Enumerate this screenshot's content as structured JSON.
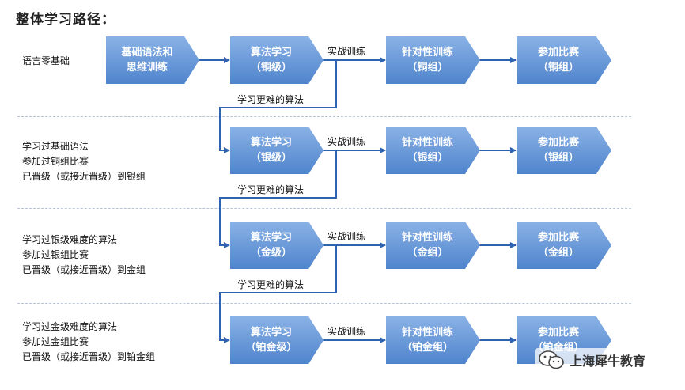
{
  "title": "整体学习路径：",
  "colors": {
    "box_top": "#8ab2e6",
    "box_bottom": "#4f84cc",
    "line": "#2f62b0"
  },
  "rows": [
    {
      "desc": [
        "语言零基础"
      ],
      "boxes": [
        [
          "基础语法和",
          "思维训练"
        ],
        [
          "算法学习",
          "（铜级）"
        ],
        [
          "针对性训练",
          "（铜组）"
        ],
        [
          "参加比赛",
          "（铜组）"
        ]
      ],
      "practice_label": "实战训练",
      "advance_label": "学习更难的算法"
    },
    {
      "desc": [
        "学习过基础语法",
        "参加过铜组比赛",
        "已晋级（或接近晋级）到银组"
      ],
      "boxes": [
        [
          "算法学习",
          "（银级）"
        ],
        [
          "针对性训练",
          "（银组）"
        ],
        [
          "参加比赛",
          "（银组）"
        ]
      ],
      "practice_label": "实战训练",
      "advance_label": "学习更难的算法"
    },
    {
      "desc": [
        "学习过银级难度的算法",
        "参加过银组比赛",
        "已晋级（或接近晋级）到金组"
      ],
      "boxes": [
        [
          "算法学习",
          "（金级）"
        ],
        [
          "针对性训练",
          "（金组）"
        ],
        [
          "参加比赛",
          "（金组）"
        ]
      ],
      "practice_label": "实战训练",
      "advance_label": "学习更难的算法"
    },
    {
      "desc": [
        "学习过金级难度的算法",
        "参加过金组比赛",
        "已晋级（或接近晋级）到铂金组"
      ],
      "boxes": [
        [
          "算法学习",
          "（铂金级）"
        ],
        [
          "针对性训练",
          "（铂金组）"
        ],
        [
          "参加比赛",
          "（铂金组）"
        ]
      ],
      "practice_label": "实战训练"
    }
  ],
  "watermark": {
    "text": "上海犀牛教育",
    "icon": "wechat-icon"
  }
}
